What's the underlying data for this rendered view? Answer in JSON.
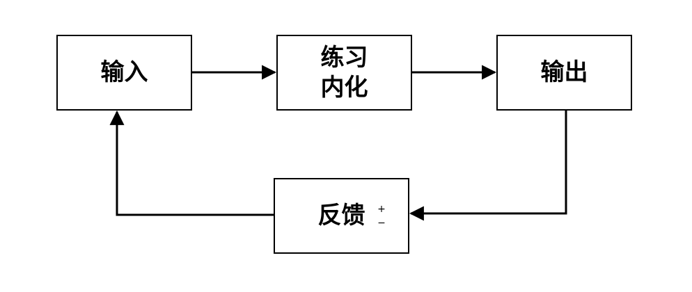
{
  "diagram": {
    "nodes": {
      "input": {
        "label": "输入"
      },
      "process": {
        "label": "练习\n内化"
      },
      "output": {
        "label": "输出"
      },
      "feedback": {
        "label": "反馈",
        "sign_plus": "+",
        "sign_minus": "−"
      }
    }
  },
  "colors": {
    "stroke": "#000000",
    "background": "#ffffff"
  }
}
